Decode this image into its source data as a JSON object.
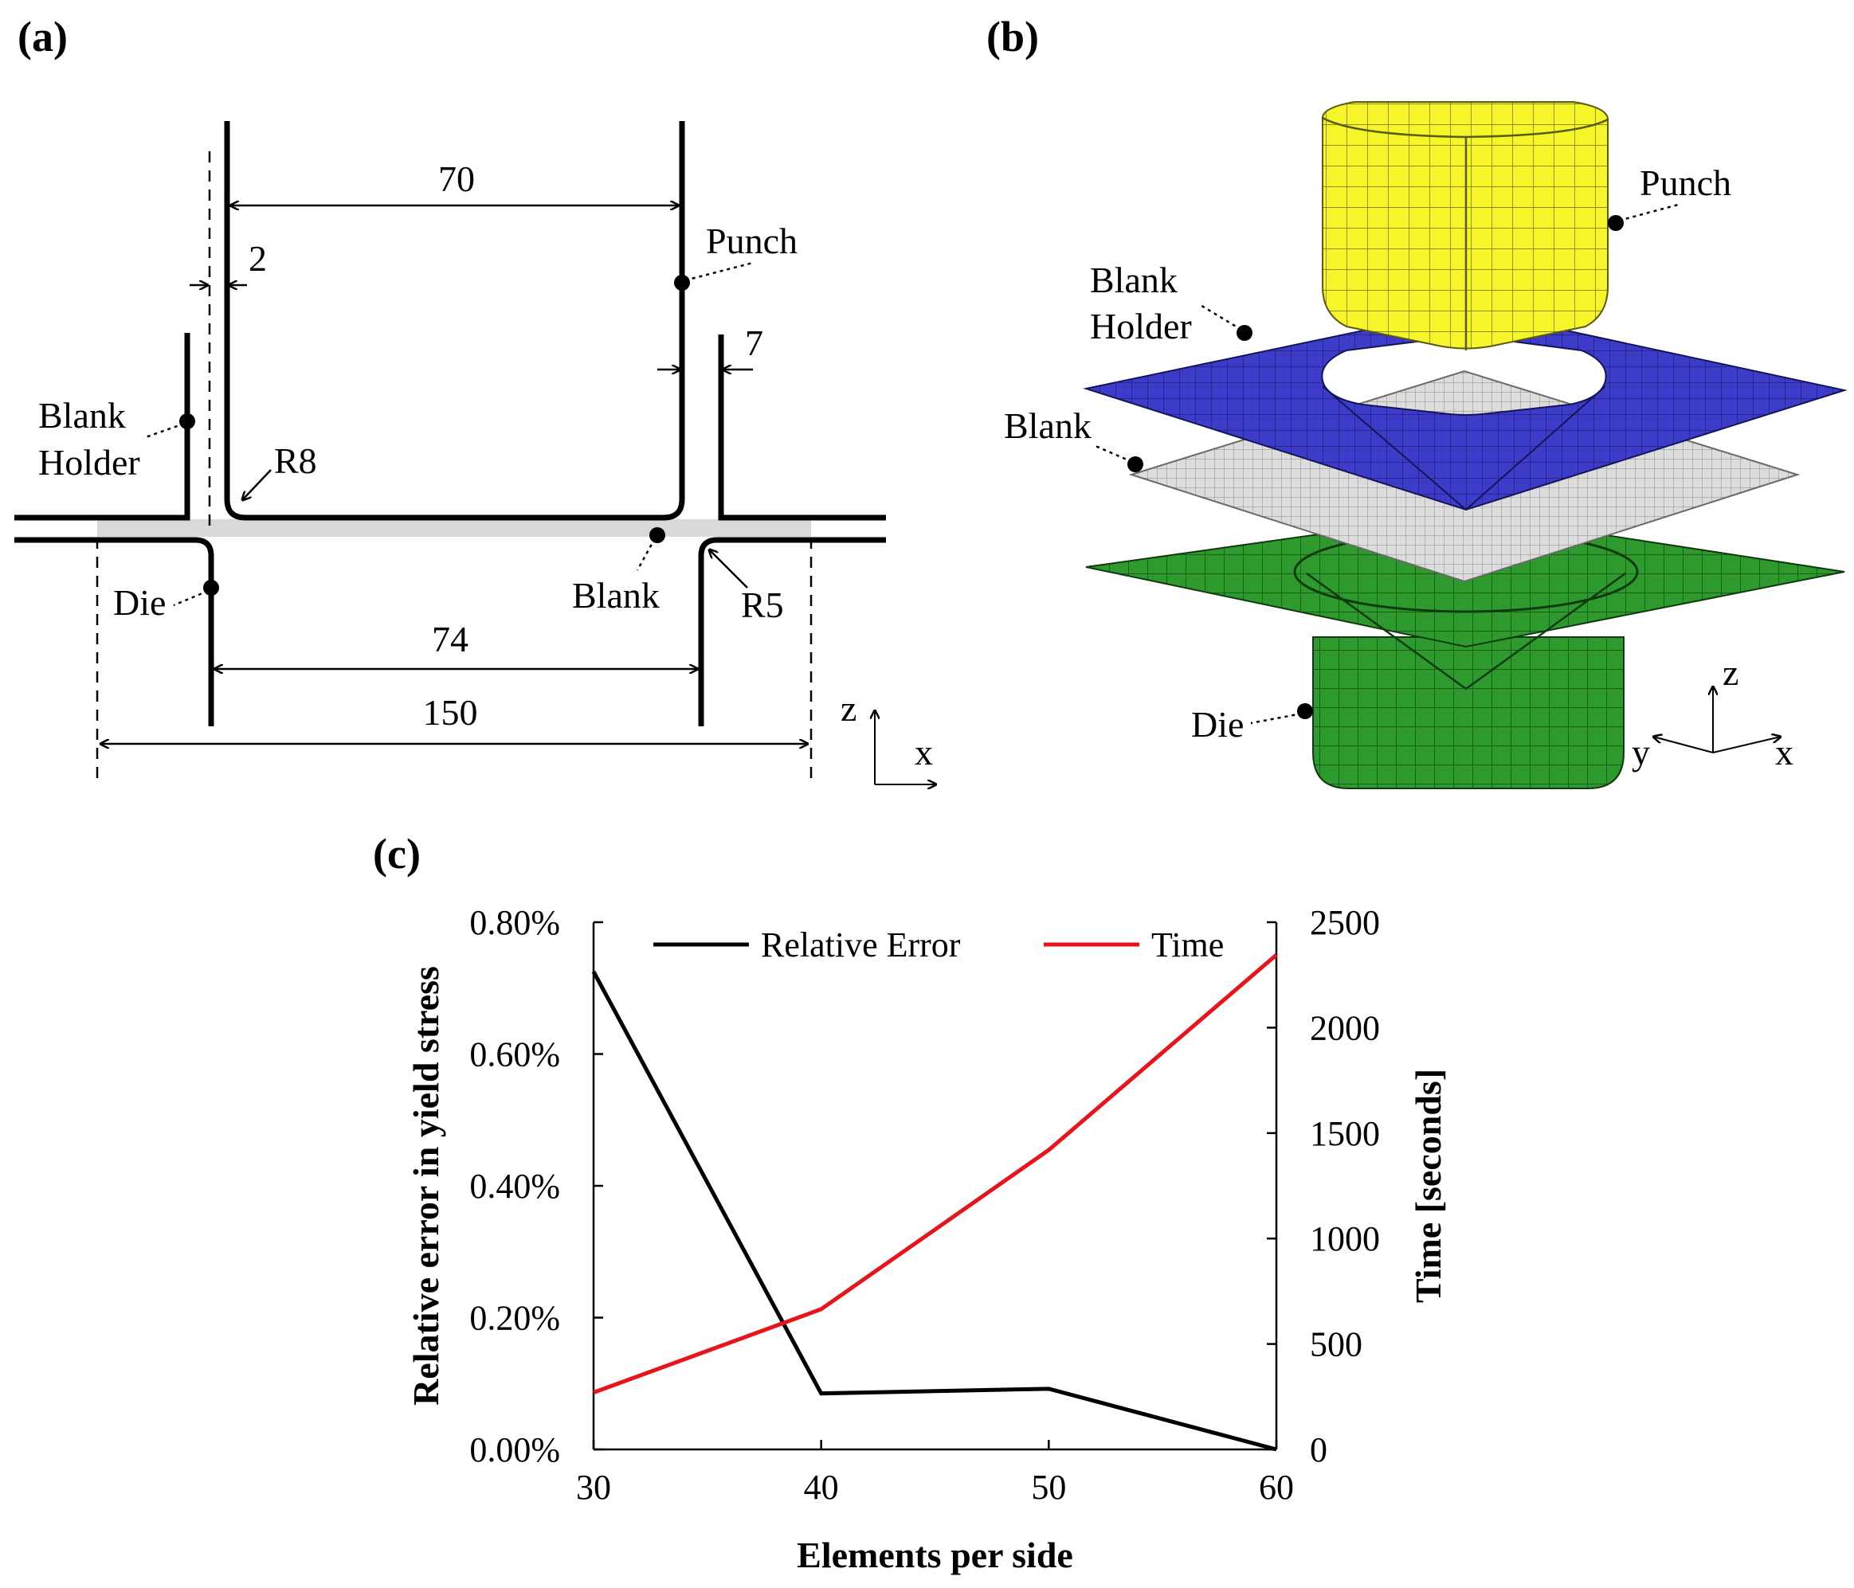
{
  "panels": {
    "a": {
      "label": "(a)",
      "dims": {
        "d70": "70",
        "d2": "2",
        "d7": "7",
        "r8": "R8",
        "r5": "R5",
        "d74": "74",
        "d150": "150"
      },
      "labels": {
        "punch": "Punch",
        "blank_holder_1": "Blank",
        "blank_holder_2": "Holder",
        "blank": "Blank",
        "die": "Die"
      },
      "axes": {
        "z": "z",
        "x": "x"
      }
    },
    "b": {
      "label": "(b)",
      "labels": {
        "punch": "Punch",
        "blank_holder_1": "Blank",
        "blank_holder_2": "Holder",
        "blank": "Blank",
        "die": "Die"
      },
      "axes": {
        "z": "z",
        "y": "y",
        "x": "x"
      },
      "colors": {
        "punch": "#f5f52a",
        "holder": "#3c3cc8",
        "blank": "#d2d2d2",
        "die": "#2e9a2e"
      }
    },
    "c": {
      "label": "(c)"
    }
  },
  "chart_data": {
    "type": "line",
    "x": [
      30,
      40,
      50,
      60
    ],
    "xlabel": "Elements per side",
    "ylabel": "Relative error in yield stress",
    "y2label": "Time [seconds]",
    "xlim": [
      30,
      60
    ],
    "xticks": [
      30,
      40,
      50,
      60
    ],
    "ylim": [
      0,
      0.8
    ],
    "yticks": [
      0,
      0.2,
      0.4,
      0.6,
      0.8
    ],
    "yticklabels": [
      "0.00%",
      "0.20%",
      "0.40%",
      "0.60%",
      "0.80%"
    ],
    "y2lim": [
      0,
      2500
    ],
    "y2ticks": [
      0,
      500,
      1000,
      1500,
      2000,
      2500
    ],
    "y2ticklabels": [
      "0",
      "500",
      "1000",
      "1500",
      "2000",
      "2500"
    ],
    "grid": false,
    "legend": "top",
    "series": [
      {
        "name": "Relative Error",
        "axis": "left",
        "color": "#000000",
        "values": [
          0.725,
          0.085,
          0.092,
          0.0
        ]
      },
      {
        "name": "Time",
        "axis": "right",
        "color": "#e8141c",
        "values": [
          270,
          665,
          1420,
          2345
        ]
      }
    ]
  }
}
